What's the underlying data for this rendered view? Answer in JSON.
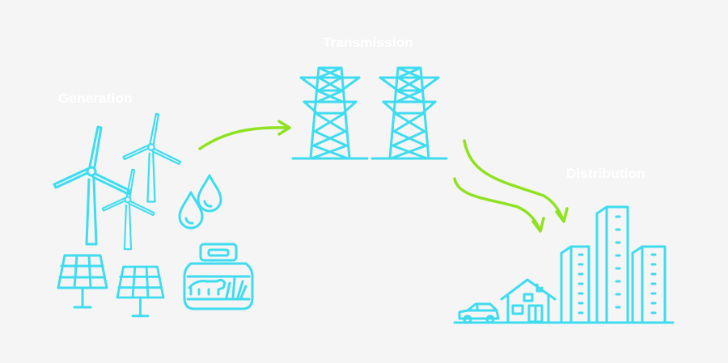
{
  "labels": {
    "generation": "Generation",
    "transmission": "Transmission",
    "distribution": "Distribution"
  },
  "colors": {
    "background": "#f5f5f5",
    "icon_stroke": "#3fdcf0",
    "arrow": "#8fe21f",
    "label_text": "#ffffff"
  },
  "icons": {
    "generation": [
      "wind-turbine-icon",
      "wind-turbine-icon",
      "wind-turbine-icon",
      "water-drop-icon",
      "water-drop-icon",
      "solar-panel-icon",
      "solar-panel-icon",
      "biogas-tank-icon"
    ],
    "transmission": [
      "transmission-tower-icon",
      "transmission-tower-icon"
    ],
    "distribution": [
      "car-icon",
      "house-icon",
      "apartment-building-icon",
      "apartment-building-icon",
      "apartment-building-icon"
    ]
  }
}
